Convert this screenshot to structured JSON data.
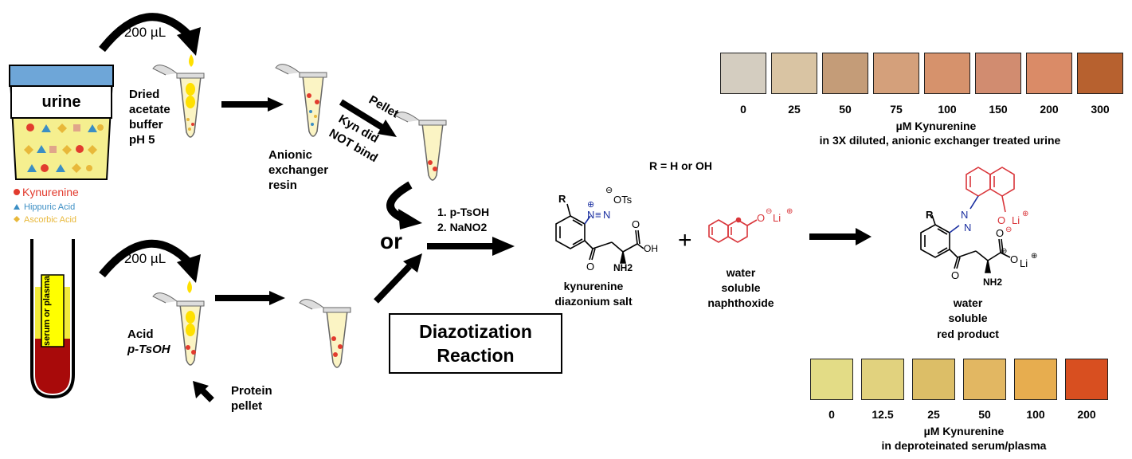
{
  "volume_top": "200 µL",
  "volume_bottom": "200 µL",
  "urine_label": "urine",
  "legend": {
    "kynurenine": "Kynurenine",
    "hippuric": "Hippuric Acid",
    "ascorbic": "Ascorbic Acid"
  },
  "tube_label": "serum or plasma",
  "buffer_label": [
    "Dried",
    "acetate",
    "buffer",
    "pH 5"
  ],
  "resin_label": [
    "Anionic",
    "exchanger",
    "resin"
  ],
  "pellet_label": "Pellet",
  "kyn_note": [
    "Kyn did",
    "NOT bind"
  ],
  "acid_label": [
    "Acid",
    "p-TsOH"
  ],
  "protein_label": [
    "Protein",
    "pellet"
  ],
  "or_label": "or",
  "steps": [
    "1. p-TsOH",
    "2. NaNO2"
  ],
  "reaction_box": [
    "Diazotization",
    "Reaction"
  ],
  "r_def": "R = H or OH",
  "diazonium": {
    "R": "R",
    "plus": "⊕",
    "N": "N",
    "triple": "≡",
    "N2": "N",
    "minus": "⊖",
    "OTs": "OTs",
    "O": "O",
    "OH": "OH",
    "NH2": "NH2",
    "label": [
      "kynurenine",
      "diazonium salt"
    ]
  },
  "plus_sign": "+",
  "naphthoxide": {
    "O": "O",
    "Li": "Li",
    "label": [
      "water",
      "soluble",
      "naphthoxide"
    ]
  },
  "product": {
    "R": "R",
    "N1": "N",
    "N2": "N",
    "O": "O",
    "Li": "Li",
    "O2": "O",
    "Li2": "Li",
    "NH2": "NH2",
    "O3": "O",
    "label": [
      "water",
      "soluble",
      "red product"
    ]
  },
  "urine_scale": {
    "colors": [
      "#d4cdc0",
      "#d9c4a3",
      "#c49c78",
      "#d4a07b",
      "#d6926c",
      "#d18c70",
      "#da8b67",
      "#b7612f"
    ],
    "values": [
      "0",
      "25",
      "50",
      "75",
      "100",
      "150",
      "200",
      "300"
    ],
    "caption": [
      "µM Kynurenine",
      "in 3X diluted, anionic exchanger treated urine"
    ]
  },
  "serum_scale": {
    "colors": [
      "#e3dc86",
      "#e1d27e",
      "#dcbe67",
      "#e2b762",
      "#e7ad4f",
      "#d84f20"
    ],
    "values": [
      "0",
      "12.5",
      "25",
      "50",
      "100",
      "200"
    ],
    "caption": [
      "µM Kynurenine",
      "in deproteinated serum/plasma"
    ]
  }
}
